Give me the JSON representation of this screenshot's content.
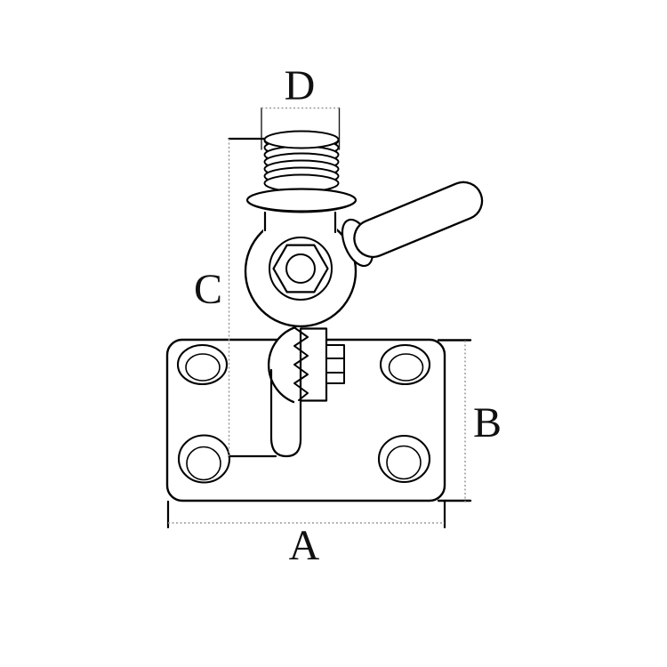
{
  "diagram": {
    "description_labels": {
      "top": "D",
      "left": "C",
      "right": "B",
      "bottom": "A"
    }
  },
  "colors": {
    "outline": "#000000",
    "extension_line": "#1a1a1a",
    "dimension_dotted_line": "#9a9a9a",
    "background": "#ffffff"
  }
}
